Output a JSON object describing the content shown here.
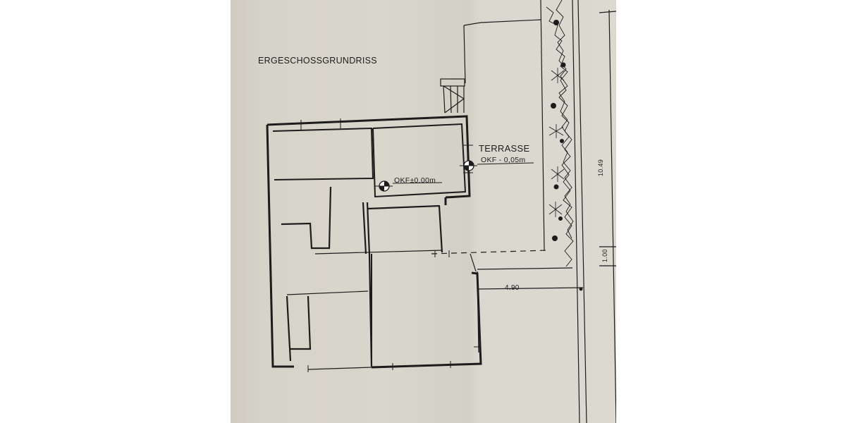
{
  "drawing": {
    "title": "ERGESCHOSSGRUNDRISS",
    "terrace_label": "TERRASSE",
    "terrace_level": "OKF - 0,05m",
    "interior_level": "OKF±0.00m",
    "dimensions": {
      "terrace_width": "4.90",
      "terrace_depth": "10.49",
      "step_depth": "1.00"
    },
    "colors": {
      "paper": "#d8d5cb",
      "ink": "#1c1c1c",
      "margin": "#ffffff"
    }
  }
}
